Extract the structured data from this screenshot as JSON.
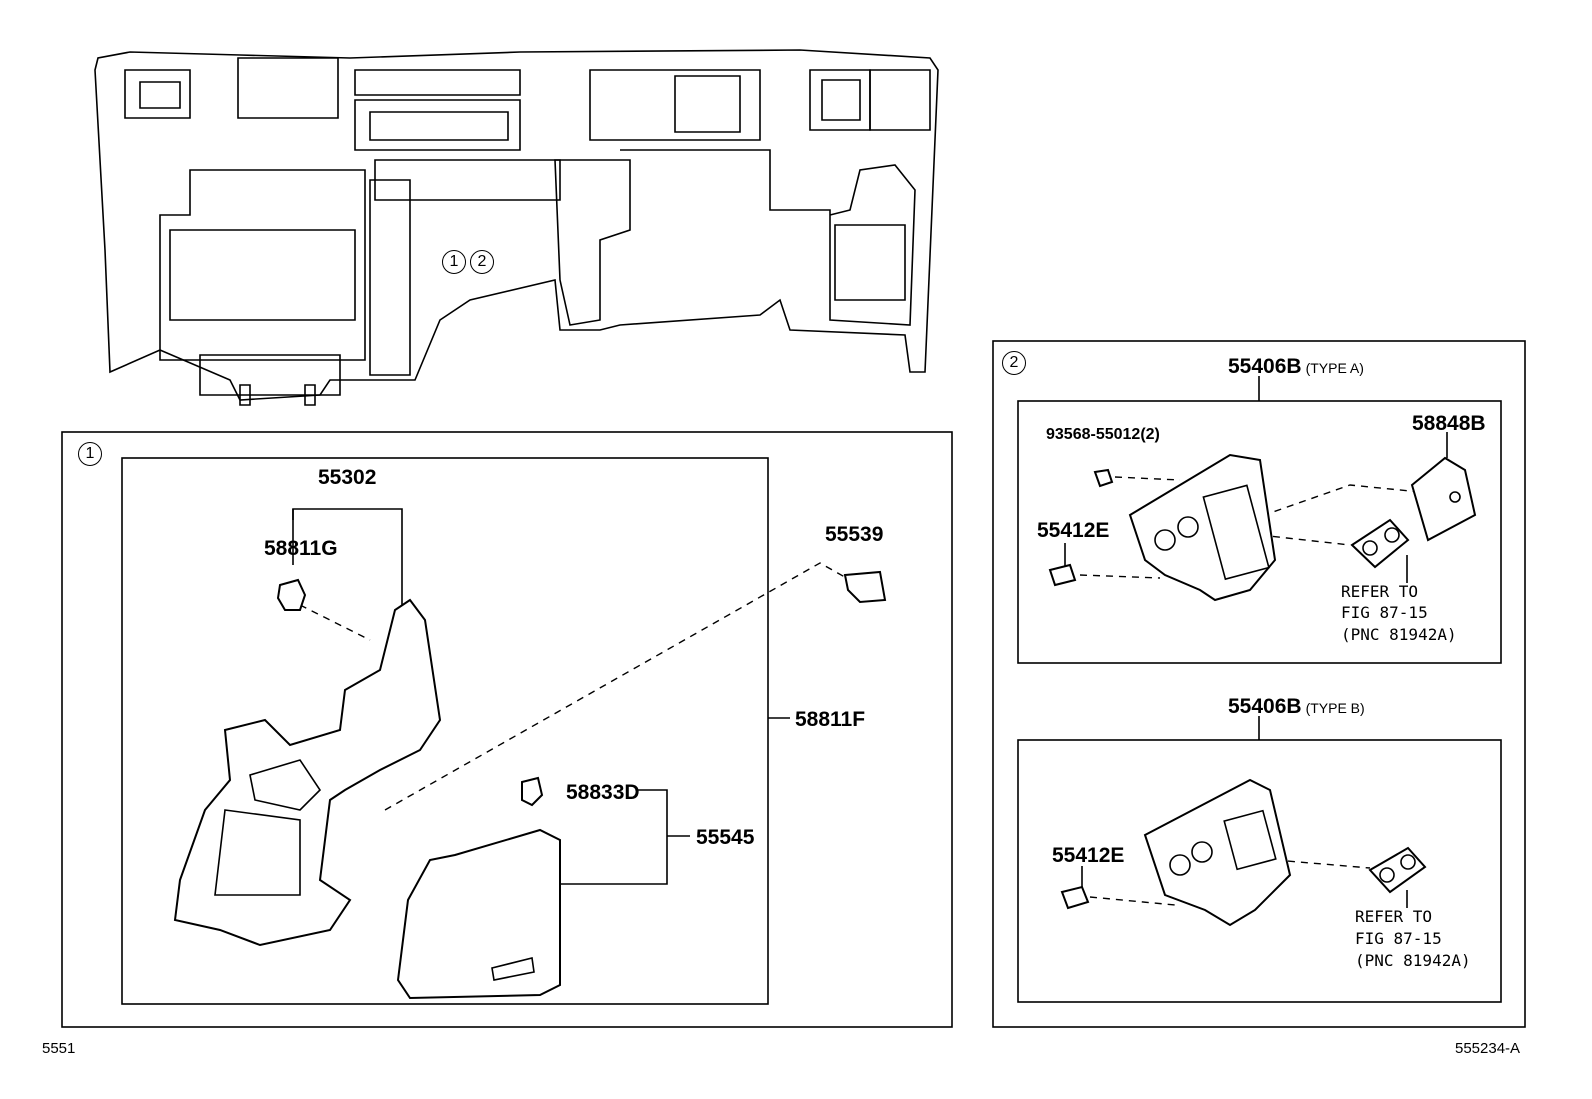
{
  "callouts": {
    "c1": "1",
    "c2": "2",
    "c1_top": "1",
    "c2_top": "2"
  },
  "box1": {
    "p55302": "55302",
    "p58811G": "58811G",
    "p55539": "55539",
    "p58811F": "58811F",
    "p58833D": "58833D",
    "p55545": "55545"
  },
  "box2": {
    "typeA": {
      "part": "55406B",
      "type": "(TYPE A)",
      "screw": "93568-55012(2)",
      "p58848B": "58848B",
      "p55412E": "55412E",
      "refer1": "REFER TO",
      "refer2": "FIG 87-15",
      "refer3": "(PNC 81942A)"
    },
    "typeB": {
      "part": "55406B",
      "type": "(TYPE B)",
      "p55412E": "55412E",
      "refer1": "REFER TO",
      "refer2": "FIG 87-15",
      "refer3": "(PNC 81942A)"
    }
  },
  "footer": {
    "left": "5551",
    "right": "555234-A"
  }
}
